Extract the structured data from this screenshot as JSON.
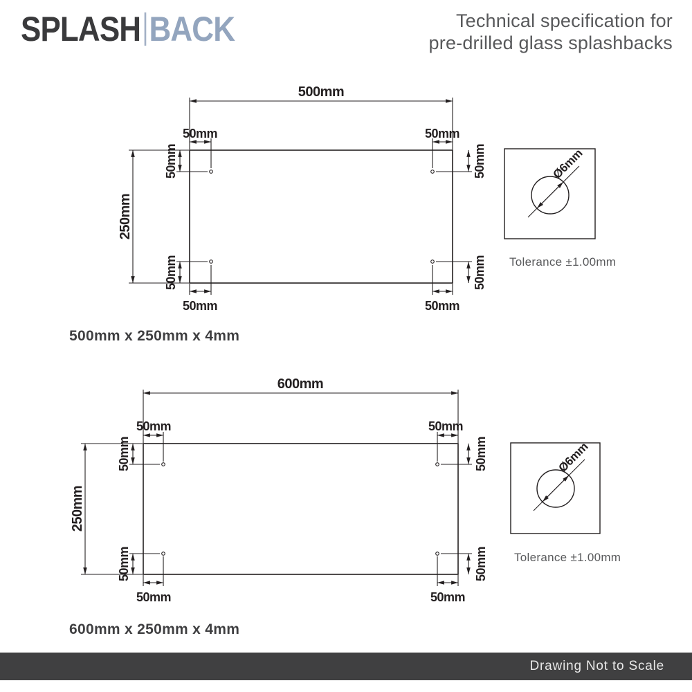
{
  "header": {
    "logo_part1": "SPLASH",
    "logo_part2": "BACK",
    "title_line1": "Technical specification for",
    "title_line2": "pre-drilled glass splashbacks"
  },
  "drawing1": {
    "width": "500mm",
    "height": "250mm",
    "offsets": {
      "top_left_h": "50mm",
      "top_right_h": "50mm",
      "top_left_v": "50mm",
      "top_right_v": "50mm",
      "bottom_left_v": "50mm",
      "bottom_right_v": "50mm",
      "bottom_left_h": "50mm",
      "bottom_right_h": "50mm"
    },
    "caption": "500mm x 250mm x 4mm",
    "detail": {
      "diameter": "Ø6mm",
      "tolerance": "Tolerance ±1.00mm"
    }
  },
  "drawing2": {
    "width": "600mm",
    "height": "250mm",
    "offsets": {
      "top_left_h": "50mm",
      "top_right_h": "50mm",
      "top_left_v": "50mm",
      "top_right_v": "50mm",
      "bottom_left_v": "50mm",
      "bottom_right_v": "50mm",
      "bottom_left_h": "50mm",
      "bottom_right_h": "50mm"
    },
    "caption": "600mm x 250mm x 4mm",
    "detail": {
      "diameter": "Ø6mm",
      "tolerance": "Tolerance ±1.00mm"
    }
  },
  "footer": {
    "note": "Drawing Not to Scale"
  },
  "colors": {
    "line": "#231f20",
    "logo_dark": "#3a3a3c",
    "logo_accent": "#93a5be",
    "heading_gray": "#58595b",
    "caption": "#3f3f41",
    "footer_bg": "#404041",
    "footer_text": "#e8e8e8"
  }
}
